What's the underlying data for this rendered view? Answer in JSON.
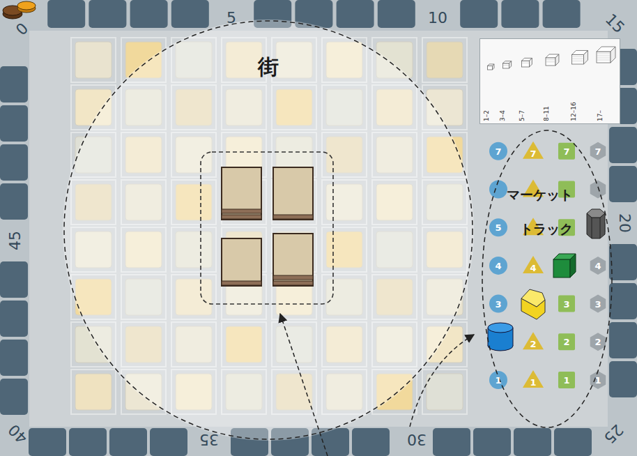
{
  "diagram": {
    "nodes": [
      {
        "text": [
          "街"
        ]
      },
      {
        "text": [
          "1–2",
          "3–4",
          "5–7",
          "8–11",
          "12–16",
          "17–"
        ]
      },
      {
        "text": [
          "マーケット トラック"
        ]
      }
    ],
    "labels": [
      "0",
      "5",
      "10",
      "15",
      "20",
      "25",
      "30",
      "35",
      "40",
      "45",
      "7",
      "5",
      "4",
      "3",
      "1",
      "7",
      "4",
      "2",
      "1",
      "7",
      "3",
      "2",
      "1",
      "7",
      "4",
      "3",
      "2",
      "1"
    ]
  }
}
